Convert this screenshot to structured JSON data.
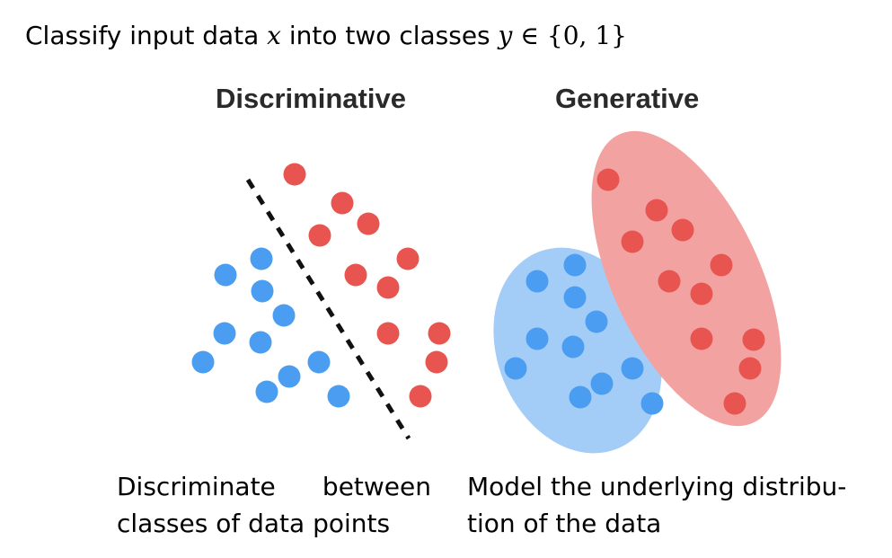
{
  "intro": {
    "prefix": "Classify input data ",
    "var_x": "x",
    "middle": " into two classes ",
    "var_y": "y",
    "set_expr": " ∈ {0, 1}"
  },
  "headings": {
    "discriminative": "Discriminative",
    "generative": "Generative"
  },
  "captions": {
    "discriminative_line1_word1": "Discriminate",
    "discriminative_line1_word2": "between",
    "discriminative_line2": "classes of data points",
    "generative_line1": "Model the underlying distribu-",
    "generative_line2": "tion of the data"
  },
  "colors": {
    "class_0": "#4a9df0",
    "class_1": "#e85450",
    "class_0_region": "#a3cdf7",
    "class_1_region": "#f2a3a1",
    "boundary": "#111111"
  }
}
